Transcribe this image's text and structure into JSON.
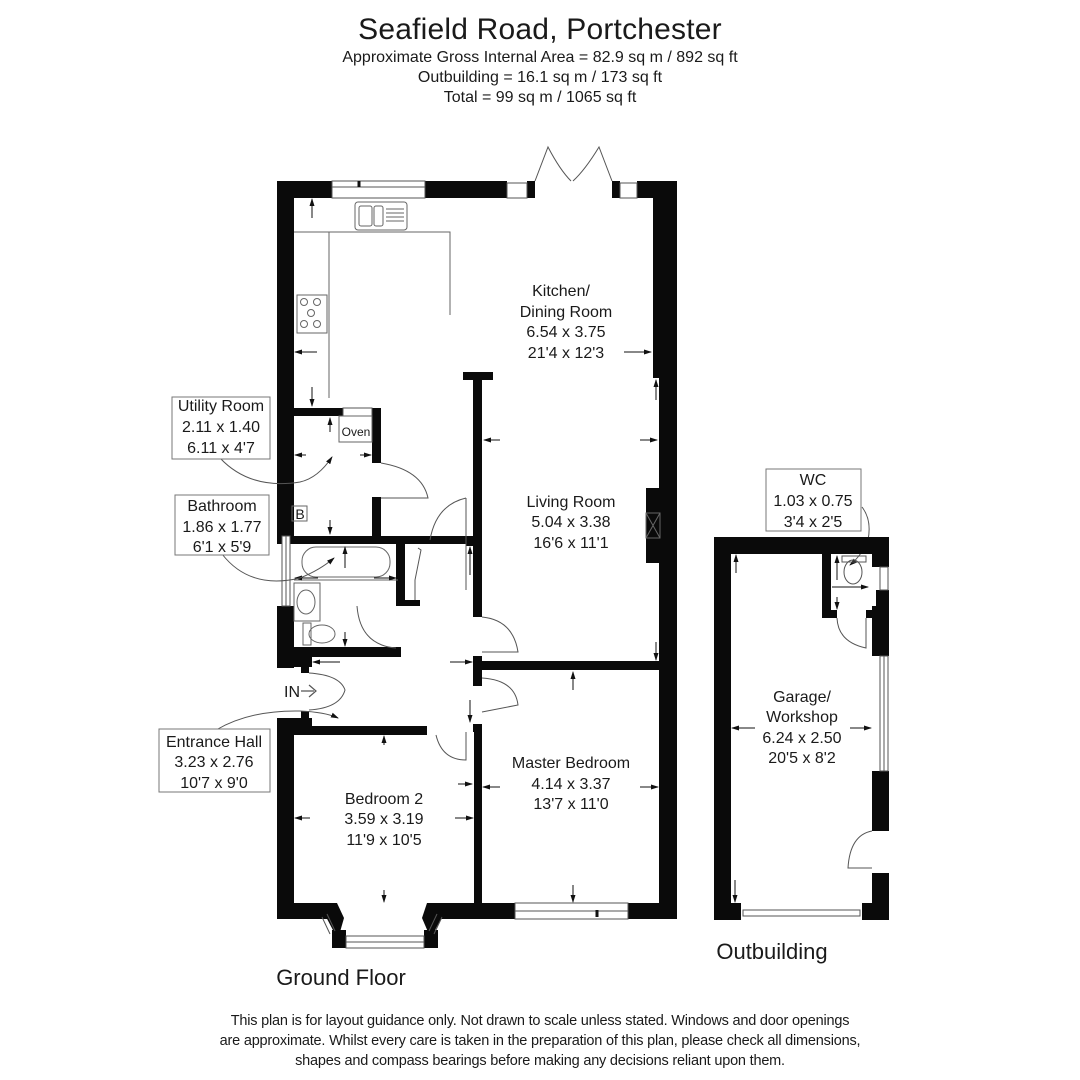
{
  "header": {
    "title": "Seafield Road, Portchester",
    "gross_internal_area": "Approximate Gross Internal Area = 82.9 sq m / 892 sq ft",
    "outbuilding_area": "Outbuilding = 16.1 sq m / 173 sq ft",
    "total_area": "Total = 99 sq m / 1065 sq ft"
  },
  "rooms": {
    "kitchen": {
      "name1": "Kitchen/",
      "name2": "Dining Room",
      "metric": "6.54 x 3.75",
      "imperial": "21'4 x 12'3"
    },
    "living": {
      "name": "Living Room",
      "metric": "5.04 x 3.38",
      "imperial": "16'6 x 11'1"
    },
    "utility": {
      "name": "Utility Room",
      "metric": "2.11 x 1.40",
      "imperial": "6.11 x 4'7"
    },
    "bathroom": {
      "name": "Bathroom",
      "metric": "1.86 x 1.77",
      "imperial": "6'1 x 5'9"
    },
    "entrance": {
      "name": "Entrance Hall",
      "metric": "3.23 x 2.76",
      "imperial": "10'7 x 9'0"
    },
    "bedroom2": {
      "name": "Bedroom 2",
      "metric": "3.59 x 3.19",
      "imperial": "11'9 x 10'5"
    },
    "master": {
      "name": "Master Bedroom",
      "metric": "4.14 x 3.37",
      "imperial": "13'7 x 11'0"
    },
    "wc": {
      "name": "WC",
      "metric": "1.03 x 0.75",
      "imperial": "3'4 x 2'5"
    },
    "garage": {
      "name1": "Garage/",
      "name2": "Workshop",
      "metric": "6.24 x 2.50",
      "imperial": "20'5 x 8'2"
    }
  },
  "fixtures": {
    "oven": "Oven",
    "boiler": "B",
    "entrance_marker": "IN"
  },
  "floors": {
    "ground": "Ground Floor",
    "outbuilding": "Outbuilding"
  },
  "disclaimer": {
    "line1": "This plan is for layout guidance only. Not drawn to scale unless stated. Windows and door openings",
    "line2": "are approximate. Whilst every care is taken in the preparation of this plan, please check all dimensions,",
    "line3": "shapes and compass bearings before making any decisions reliant upon them."
  }
}
